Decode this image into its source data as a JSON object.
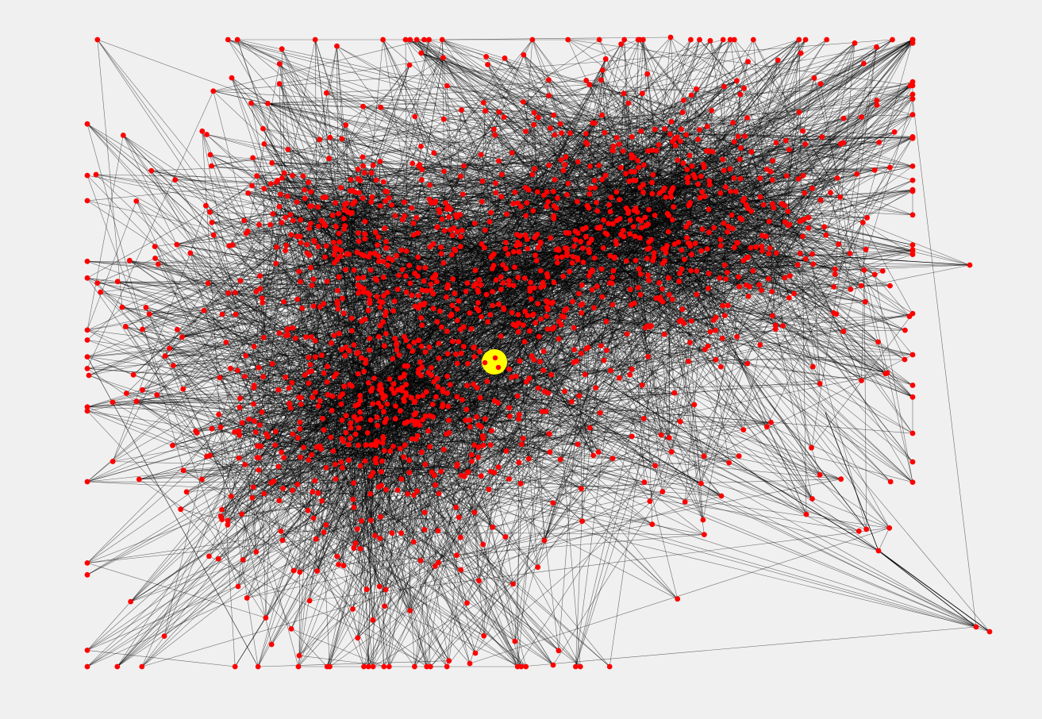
{
  "figure": {
    "background_color": "#f0f0f0",
    "node_color": "#ff0000",
    "edge_color": "#000000",
    "highlight_node_color": "#ffff00"
  },
  "graph": {
    "type": "network",
    "clusters": [
      "upper-left-community",
      "left-community",
      "right-community"
    ],
    "highlighted_nodes": [
      "central-hub-node"
    ]
  }
}
